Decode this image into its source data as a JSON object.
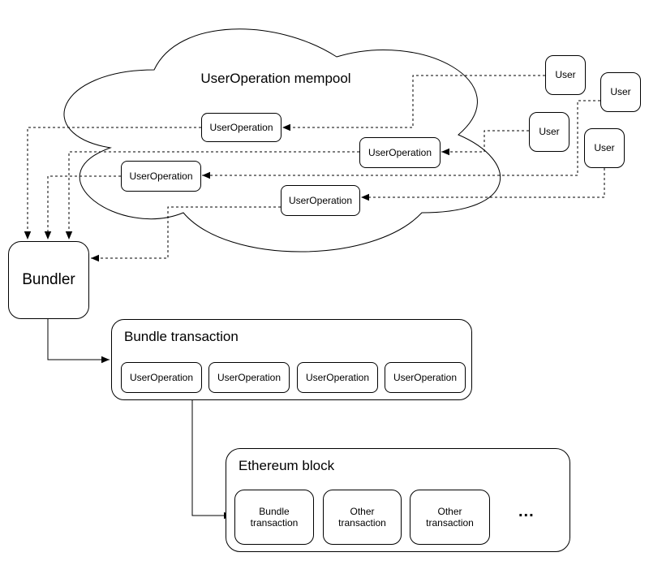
{
  "mempool": {
    "title": "UserOperation mempool",
    "nodes": [
      {
        "label": "UserOperation"
      },
      {
        "label": "UserOperation"
      },
      {
        "label": "UserOperation"
      },
      {
        "label": "UserOperation"
      }
    ]
  },
  "users": [
    {
      "label": "User"
    },
    {
      "label": "User"
    },
    {
      "label": "User"
    },
    {
      "label": "User"
    }
  ],
  "bundler": {
    "label": "Bundler"
  },
  "bundle_transaction": {
    "title": "Bundle transaction",
    "items": [
      "UserOperation",
      "UserOperation",
      "UserOperation",
      "UserOperation"
    ]
  },
  "ethereum_block": {
    "title": "Ethereum block",
    "items": [
      "Bundle\ntransaction",
      "Other\ntransaction",
      "Other\ntransaction"
    ],
    "ellipsis": "..."
  },
  "colors": {
    "stroke": "#000000",
    "background": "#ffffff",
    "text": "#000000"
  }
}
